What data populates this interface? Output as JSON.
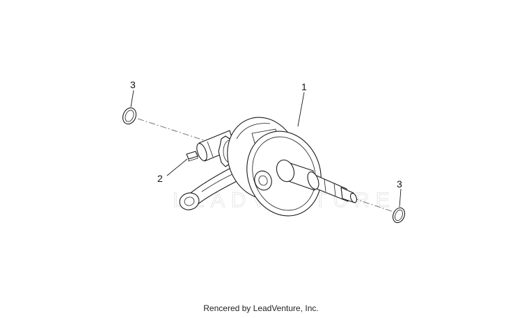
{
  "callouts": [
    {
      "id": "crankshaft",
      "label": "1"
    },
    {
      "id": "key",
      "label": "2"
    },
    {
      "id": "seal-left",
      "label": "3"
    },
    {
      "id": "seal-right",
      "label": "3"
    }
  ],
  "watermark": "LEADVENTURE",
  "footer": {
    "credit": "Rencered by LeadVenture, Inc."
  }
}
